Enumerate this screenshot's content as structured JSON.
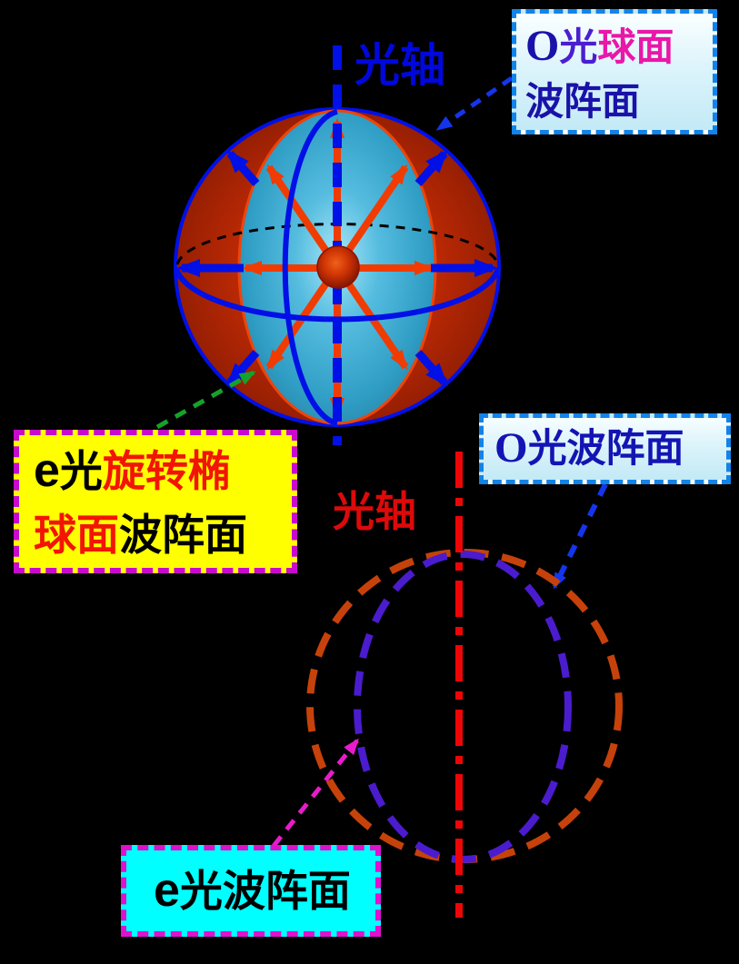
{
  "background_color": "#000000",
  "top_diagram": {
    "axis_label": "光轴",
    "axis_label_color": "#0008DC",
    "o_sphere_label": {
      "line1": [
        {
          "text": "O",
          "color": "#1A12A8"
        },
        {
          "text": "光",
          "color": "#4A1FD0"
        },
        {
          "text": "球面",
          "color": "#E818A8"
        }
      ],
      "line2": [
        {
          "text": "波阵面",
          "color": "#1A12A8"
        }
      ]
    },
    "e_sphere_label": {
      "line1": [
        {
          "text": "e",
          "color": "#000000"
        },
        {
          "text": "光",
          "color": "#000000"
        },
        {
          "text": "旋转椭",
          "color": "#F21505"
        }
      ],
      "line2": [
        {
          "text": "球面",
          "color": "#F21505"
        },
        {
          "text": "波阵面",
          "color": "#000000"
        }
      ]
    }
  },
  "bottom_diagram": {
    "axis_label": "光轴",
    "axis_label_color": "#DC0A0A",
    "o_wave_label": [
      {
        "text": "O",
        "color": "#1414B4"
      },
      {
        "text": "光波阵面",
        "color": "#1414B4"
      }
    ],
    "e_wave_label": [
      {
        "text": "e",
        "color": "#000000"
      },
      {
        "text": "光波阵面",
        "color": "#000000"
      }
    ]
  },
  "semantic_colors": {
    "o_light_sphere_fill": "#C52D06",
    "e_light_ellipsoid_fill": "#55BCDF",
    "o_wavefront_circle_stroke": "#C6420A",
    "e_wavefront_ellipse_stroke": "#4A1CCE",
    "optical_axis_top": "#0010E6",
    "optical_axis_bottom": "#EE0505",
    "ray_arrows": "#F03C00",
    "outward_arrows": "#0010E6",
    "pointer_green": "#15A22B",
    "pointer_blue": "#1535EC",
    "pointer_magenta": "#E81CCB"
  }
}
